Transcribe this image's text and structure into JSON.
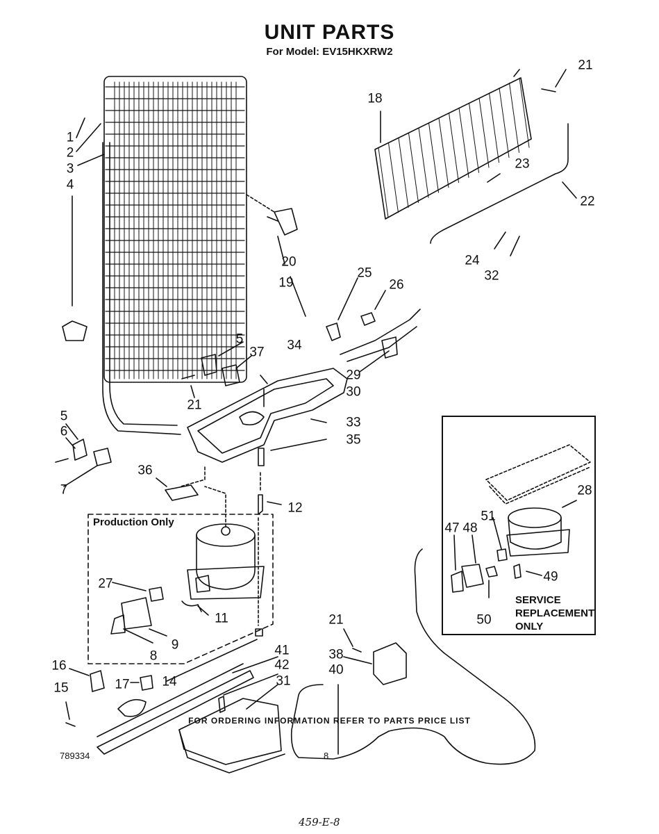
{
  "header": {
    "title": "UNIT PARTS",
    "subtitle": "For Model: EV15HKXRW2"
  },
  "labels": {
    "production_only": "Production Only",
    "service_replacement": [
      "SERVICE",
      "REPLACEMENT",
      "ONLY"
    ]
  },
  "callouts": [
    {
      "id": "c1",
      "text": "1"
    },
    {
      "id": "c2",
      "text": "2"
    },
    {
      "id": "c3",
      "text": "3"
    },
    {
      "id": "c4",
      "text": "4"
    },
    {
      "id": "c5a",
      "text": "5"
    },
    {
      "id": "c37",
      "text": "37"
    },
    {
      "id": "c34",
      "text": "34"
    },
    {
      "id": "c21a",
      "text": "21"
    },
    {
      "id": "c5b",
      "text": "5"
    },
    {
      "id": "c6",
      "text": "6"
    },
    {
      "id": "c7",
      "text": "7"
    },
    {
      "id": "c18",
      "text": "18"
    },
    {
      "id": "c21b",
      "text": "21"
    },
    {
      "id": "c23",
      "text": "23"
    },
    {
      "id": "c22",
      "text": "22"
    },
    {
      "id": "c24",
      "text": "24"
    },
    {
      "id": "c32",
      "text": "32"
    },
    {
      "id": "c20",
      "text": "20"
    },
    {
      "id": "c19",
      "text": "19"
    },
    {
      "id": "c25",
      "text": "25"
    },
    {
      "id": "c26",
      "text": "26"
    },
    {
      "id": "c29",
      "text": "29"
    },
    {
      "id": "c30",
      "text": "30"
    },
    {
      "id": "c33",
      "text": "33"
    },
    {
      "id": "c35",
      "text": "35"
    },
    {
      "id": "c36",
      "text": "36"
    },
    {
      "id": "c12",
      "text": "12"
    },
    {
      "id": "c27",
      "text": "27"
    },
    {
      "id": "c11",
      "text": "11"
    },
    {
      "id": "c9",
      "text": "9"
    },
    {
      "id": "c8",
      "text": "8"
    },
    {
      "id": "c16",
      "text": "16"
    },
    {
      "id": "c15",
      "text": "15"
    },
    {
      "id": "c17",
      "text": "17"
    },
    {
      "id": "c14",
      "text": "14"
    },
    {
      "id": "c41",
      "text": "41"
    },
    {
      "id": "c42",
      "text": "42"
    },
    {
      "id": "c31",
      "text": "31"
    },
    {
      "id": "c21c",
      "text": "21"
    },
    {
      "id": "c38",
      "text": "38"
    },
    {
      "id": "c40",
      "text": "40"
    },
    {
      "id": "c28",
      "text": "28"
    },
    {
      "id": "c51",
      "text": "51"
    },
    {
      "id": "c48",
      "text": "48"
    },
    {
      "id": "c47",
      "text": "47"
    },
    {
      "id": "c49",
      "text": "49"
    },
    {
      "id": "c50",
      "text": "50"
    }
  ],
  "footer": {
    "note": "FOR ORDERING INFORMATION REFER TO PARTS PRICE LIST",
    "doc_number": "789334",
    "page_number": "8",
    "handwritten": "459-E-8"
  }
}
